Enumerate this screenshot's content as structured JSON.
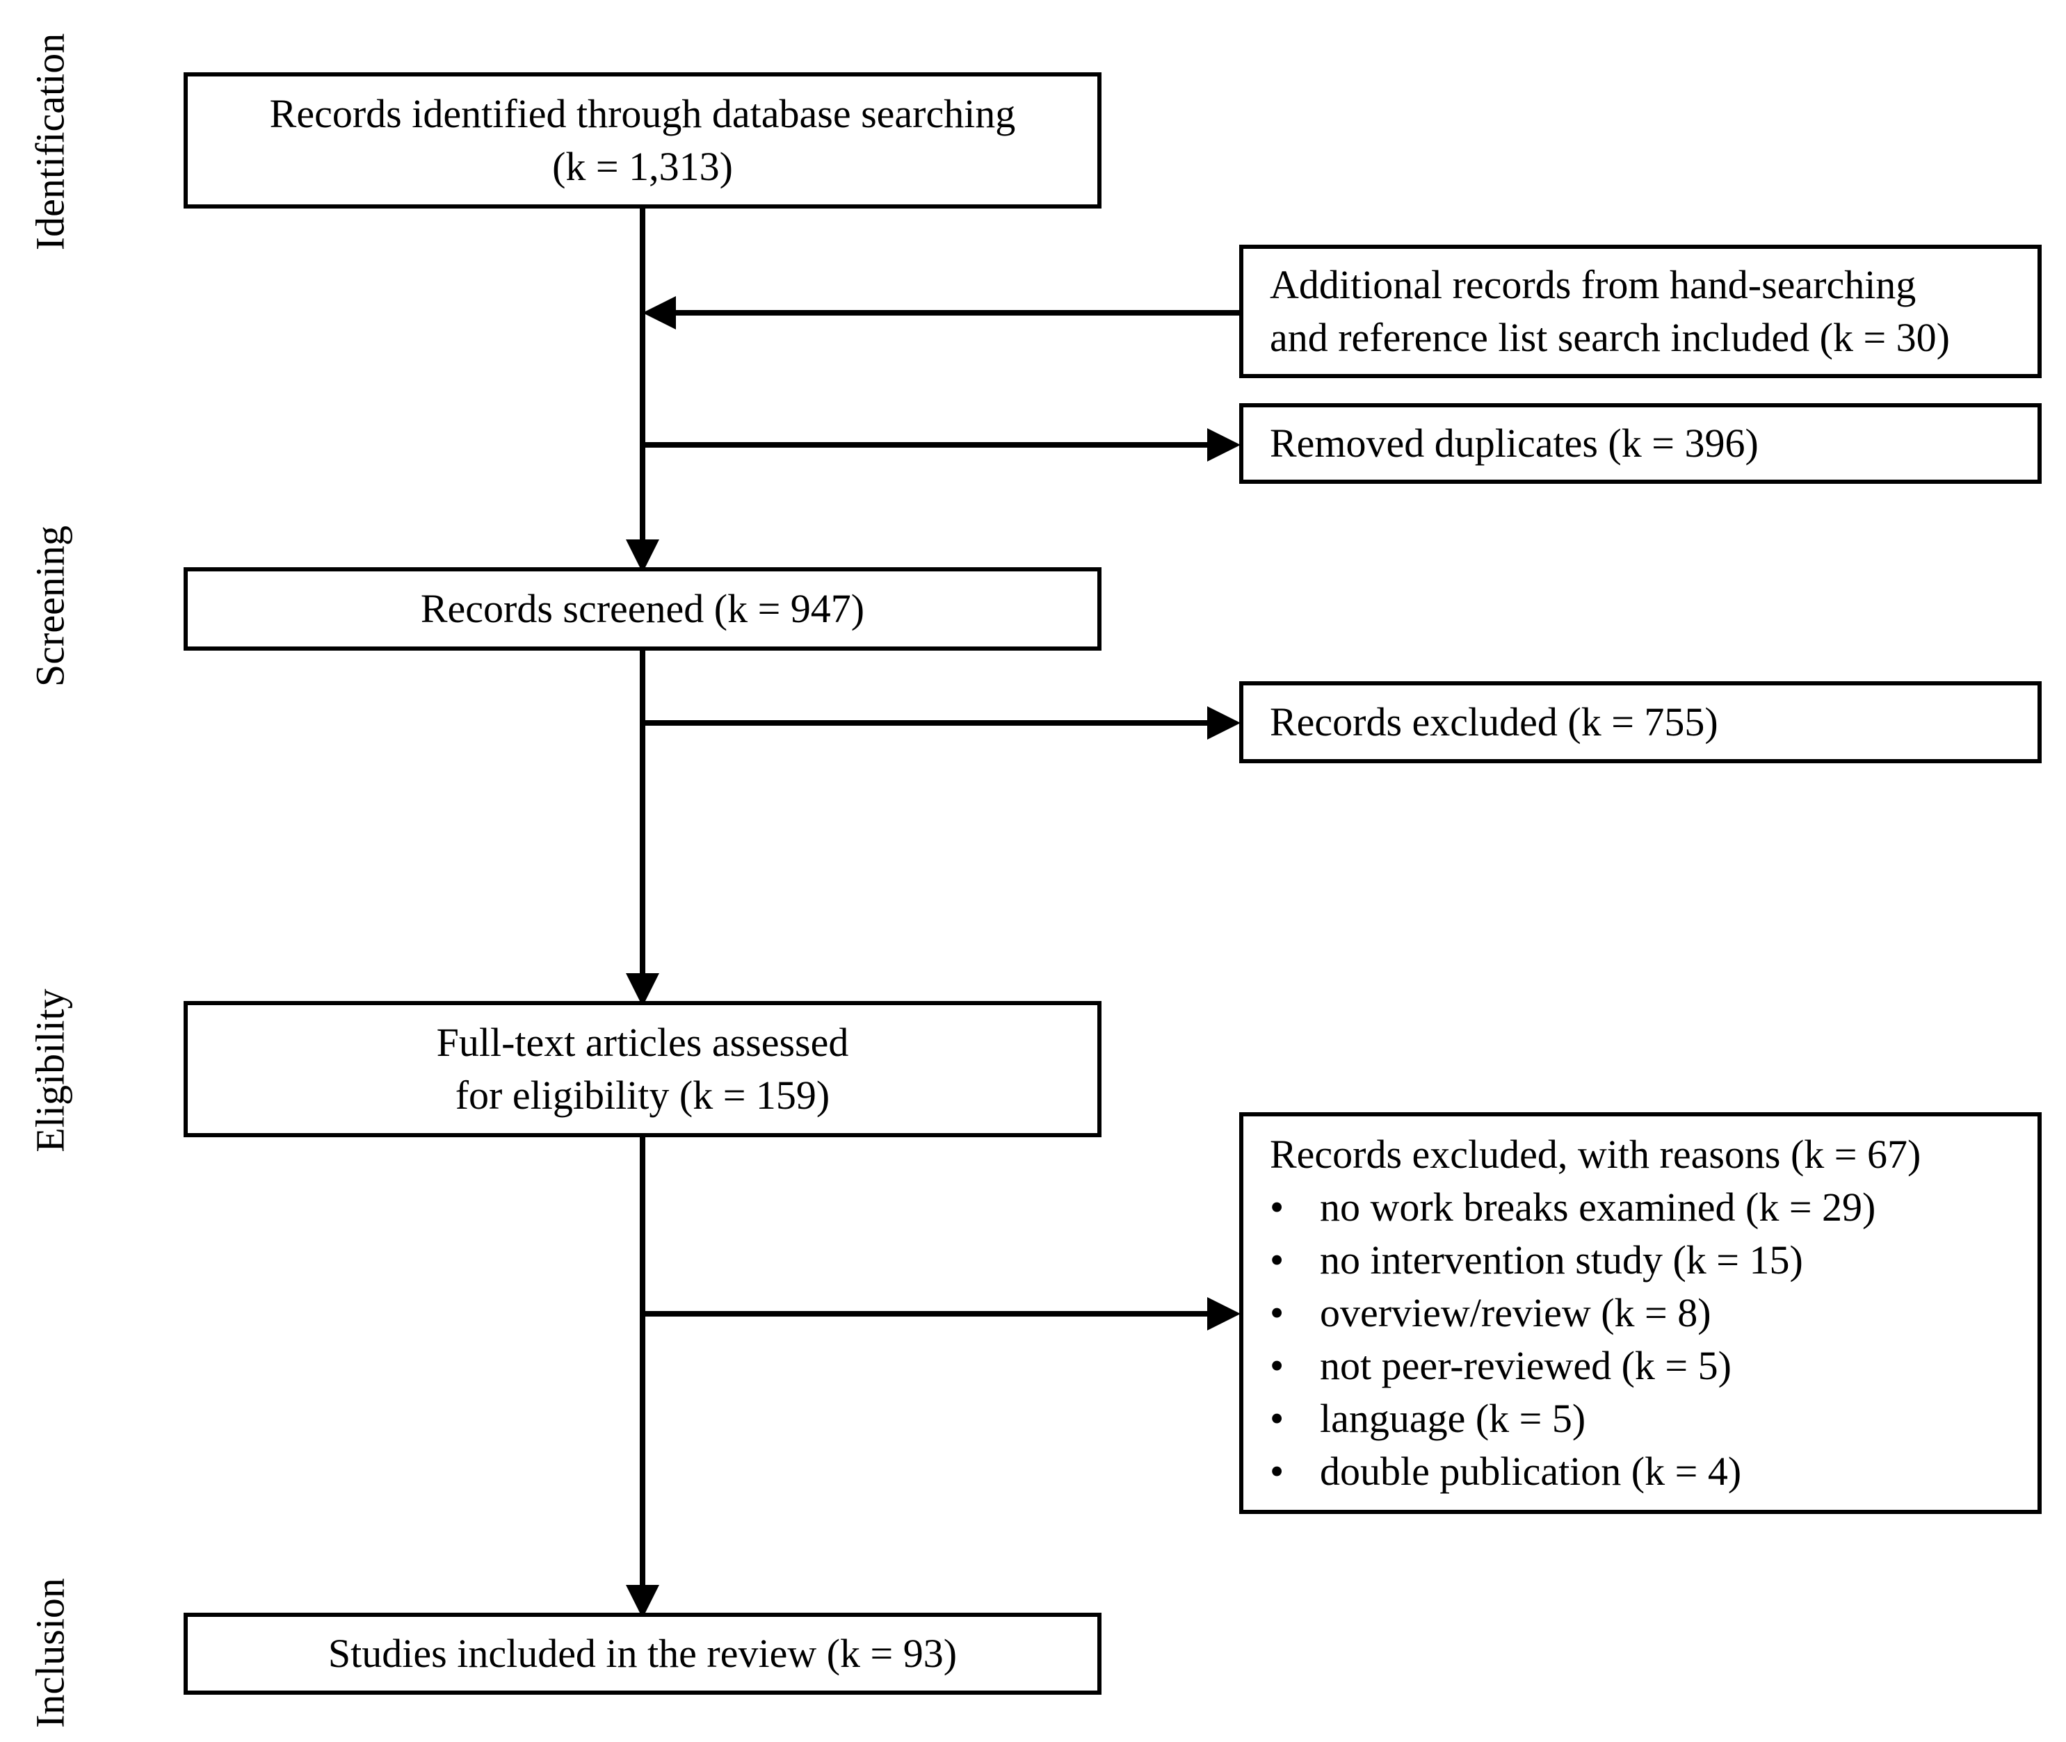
{
  "stages": {
    "identification": "Identification",
    "screening": "Screening",
    "eligibility": "Eligibility",
    "inclusion": "Inclusion"
  },
  "boxes": {
    "identified": {
      "line1": "Records identified through database searching",
      "line2": "(k = 1,313)"
    },
    "additional": {
      "line1": "Additional records from hand-searching",
      "line2": "and reference list search included (k = 30)"
    },
    "duplicates": {
      "line1": "Removed duplicates (k = 396)"
    },
    "screened": {
      "line1": "Records screened (k = 947)"
    },
    "excluded": {
      "line1": "Records excluded (k = 755)"
    },
    "fulltext": {
      "line1": "Full-text articles assessed",
      "line2": "for eligibility (k = 159)"
    },
    "excluded_reasons": {
      "heading": "Records excluded, with reasons (k = 67)",
      "reasons": [
        "no work breaks examined (k = 29)",
        "no intervention study (k = 15)",
        "overview/review (k = 8)",
        "not peer-reviewed (k = 5)",
        "language  (k = 5)",
        "double publication (k = 4)"
      ]
    },
    "included": {
      "line1": "Studies included in the review (k = 93)"
    }
  }
}
